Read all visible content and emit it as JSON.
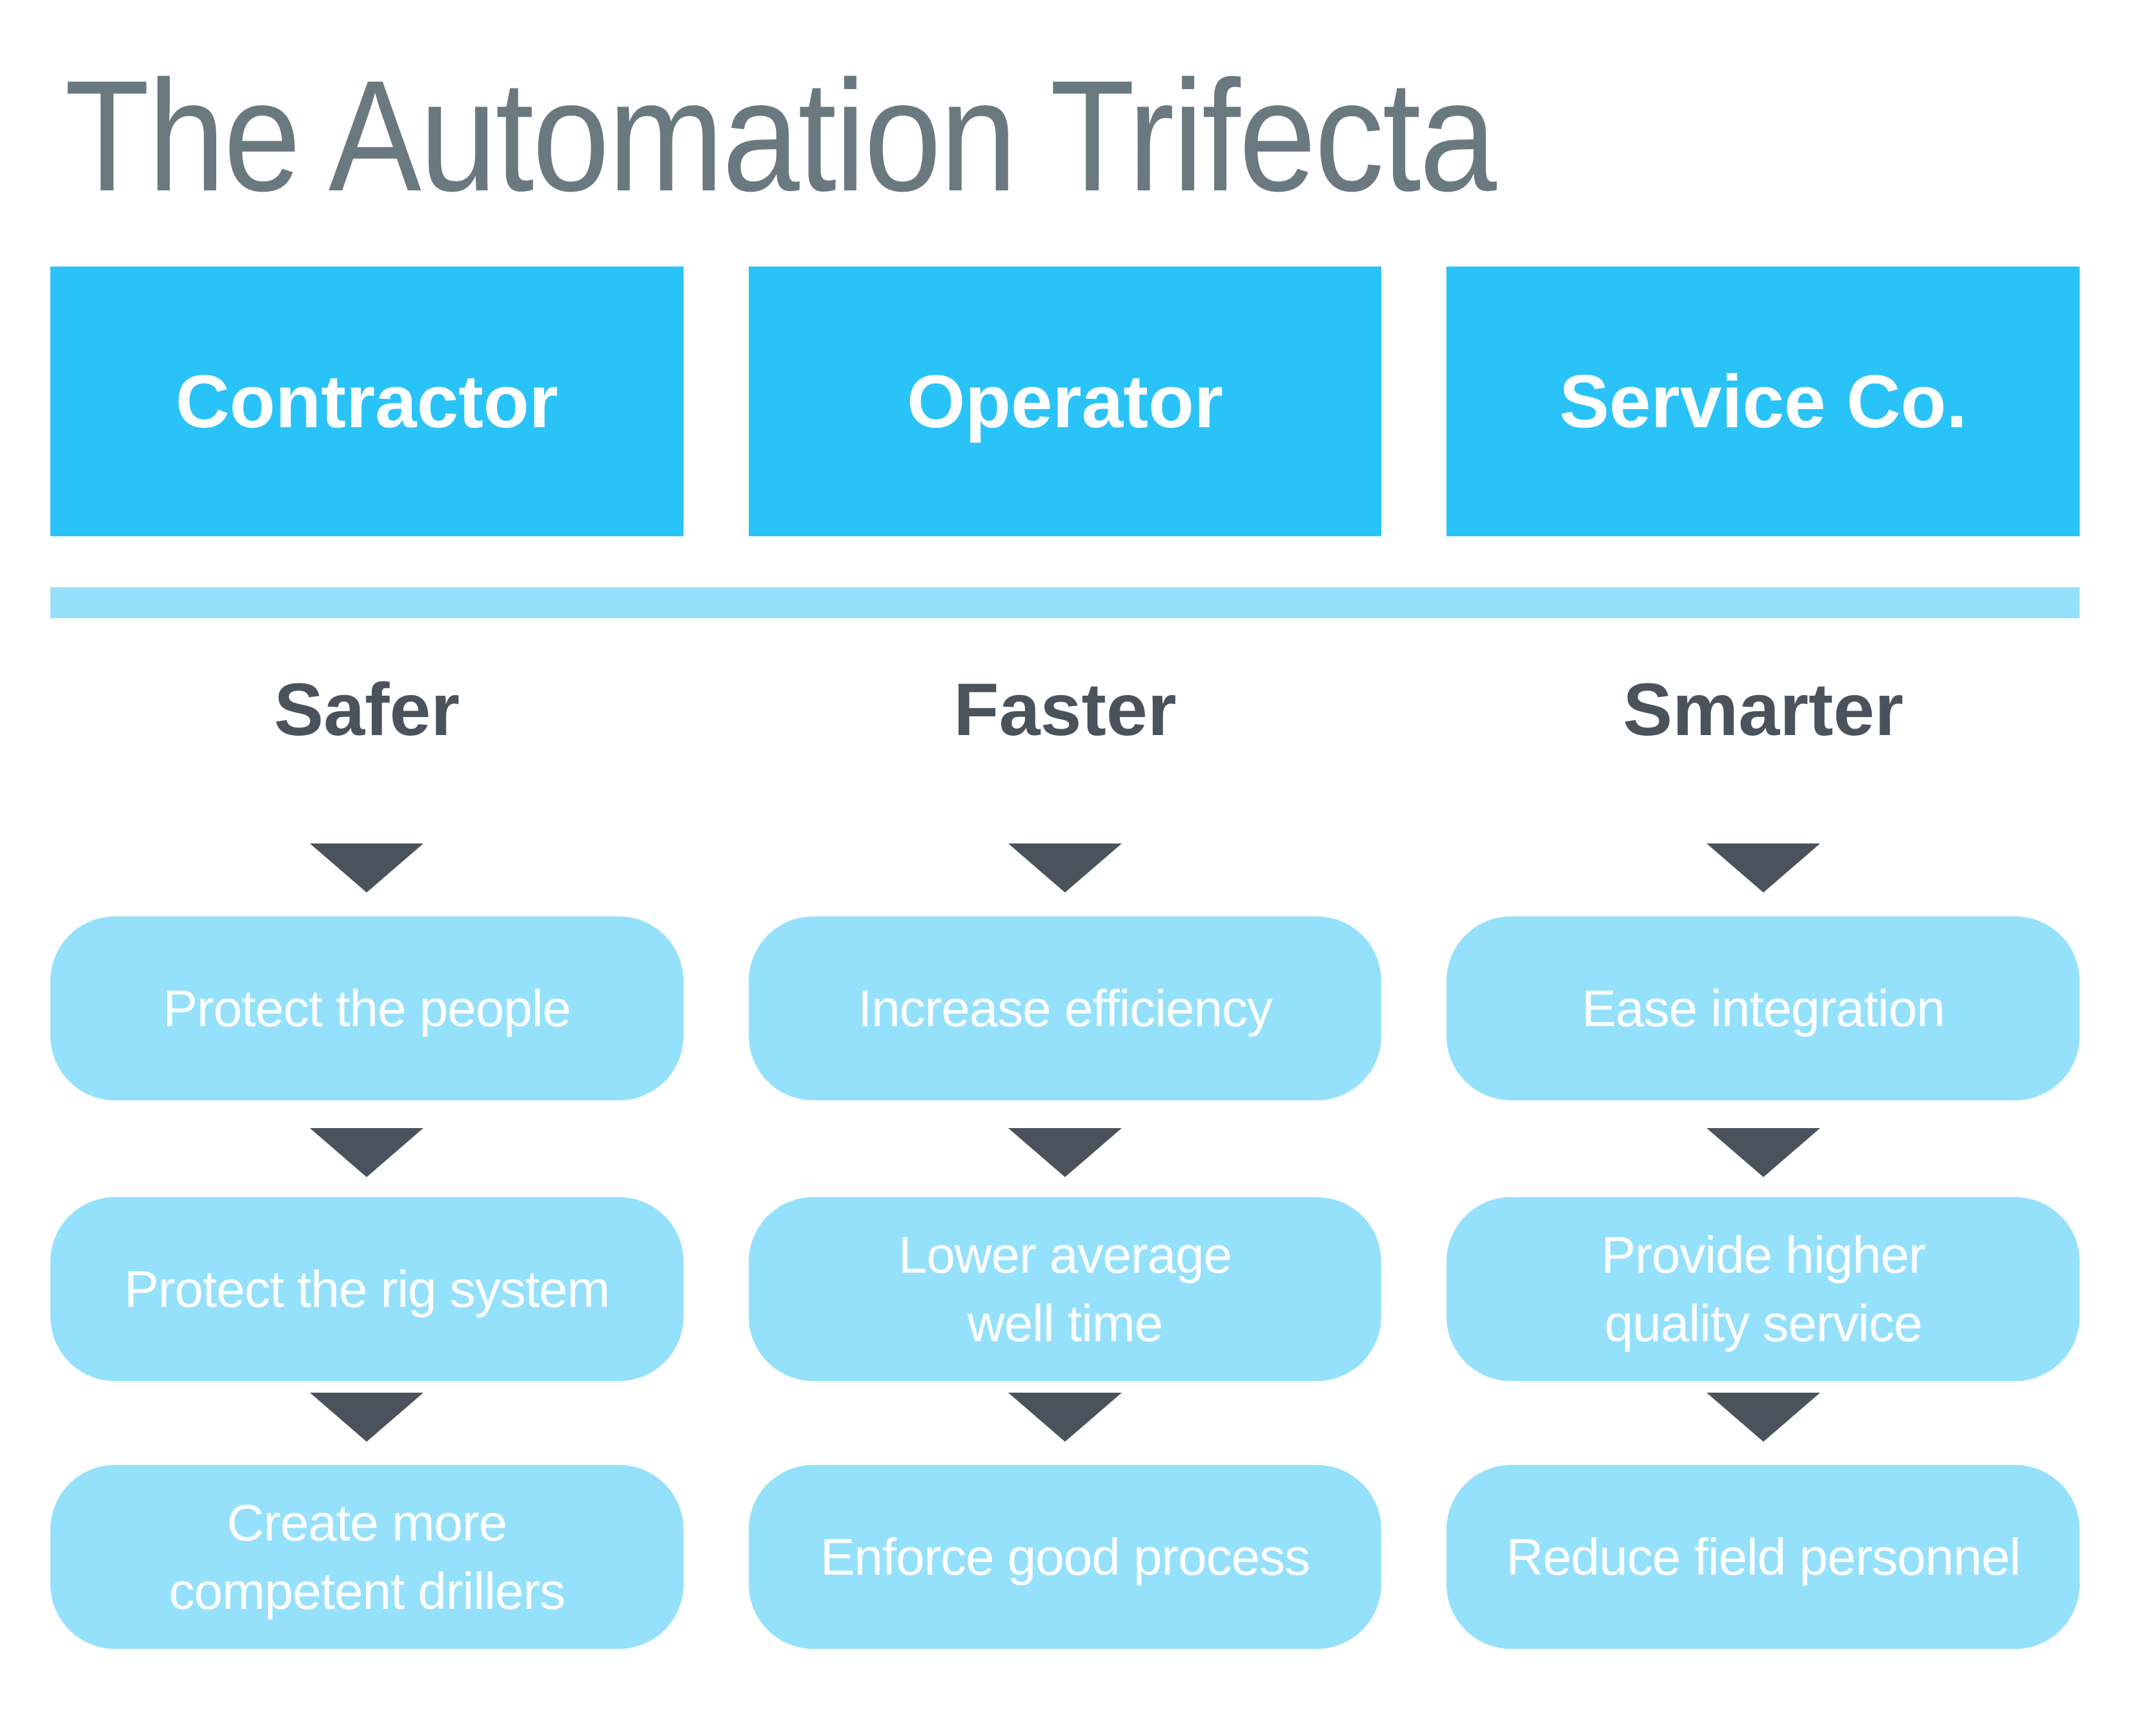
{
  "title": "The Automation Trifecta",
  "colors": {
    "header_blue": "#29C3F8",
    "light_blue": "#95E1FB",
    "dark_slate": "#4A535C",
    "title_gray": "#69797F",
    "background": "#FFFFFF",
    "text_on_blue": "#FFFFFF"
  },
  "columns": [
    {
      "header": "Contractor",
      "theme": "Safer",
      "steps": [
        {
          "lines": [
            "Protect the people"
          ]
        },
        {
          "lines": [
            "Protect the rig system"
          ]
        },
        {
          "lines": [
            "Create more",
            "competent drillers"
          ]
        }
      ]
    },
    {
      "header": "Operator",
      "theme": "Faster",
      "steps": [
        {
          "lines": [
            "Increase efficiency"
          ]
        },
        {
          "lines": [
            "Lower average",
            "well time"
          ]
        },
        {
          "lines": [
            "Enforce good process"
          ]
        }
      ]
    },
    {
      "header": "Service Co.",
      "theme": "Smarter",
      "steps": [
        {
          "lines": [
            "Ease integration"
          ]
        },
        {
          "lines": [
            "Provide higher",
            "quality service"
          ]
        },
        {
          "lines": [
            "Reduce field personnel"
          ]
        }
      ]
    }
  ]
}
